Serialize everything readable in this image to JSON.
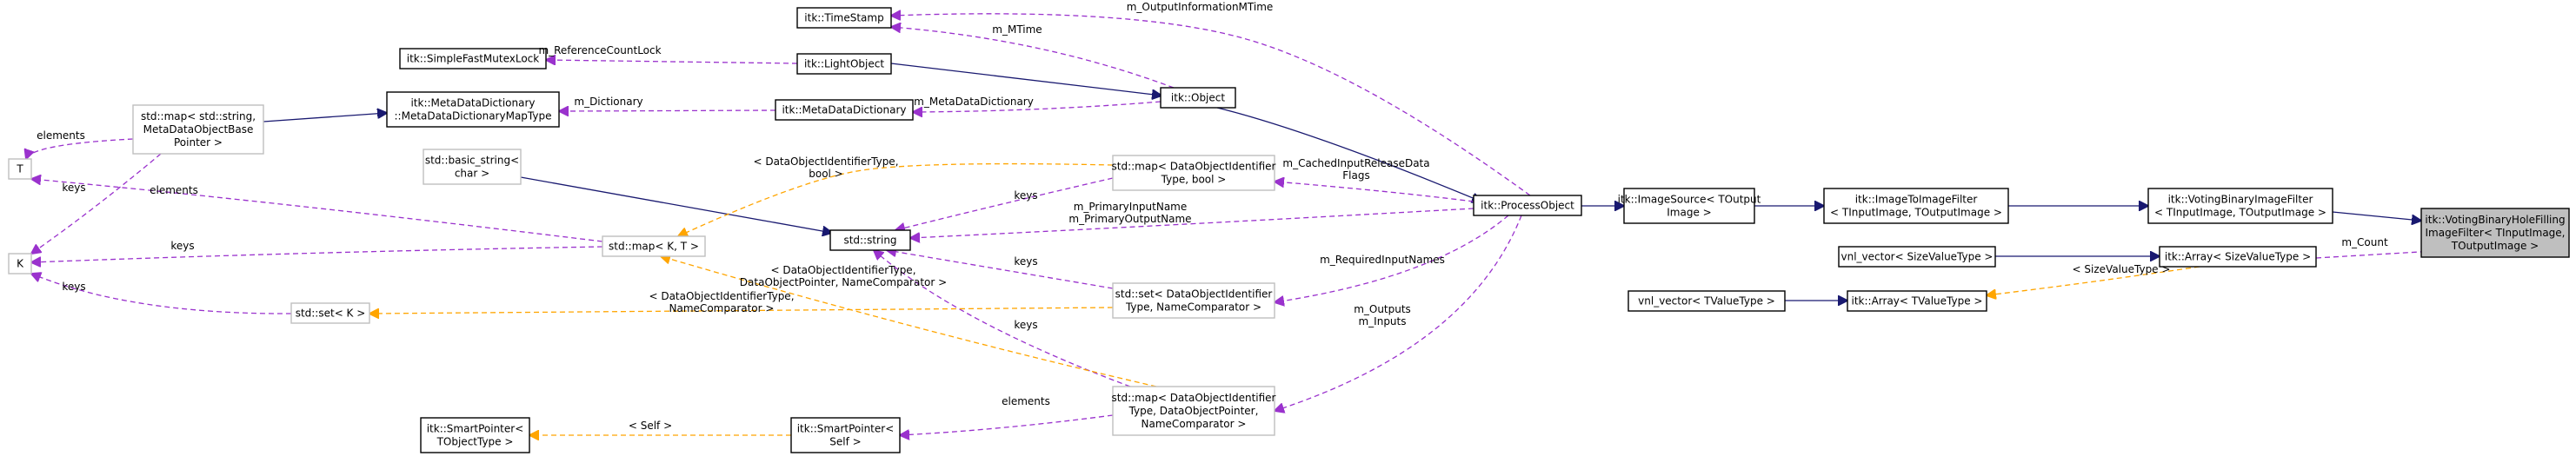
{
  "colors": {
    "inheritance": "#191970",
    "usage": "#9A32CD",
    "template": "#FFA500",
    "node_border": "#000000",
    "template_border": "#BFBFBF",
    "highlight_fill": "#BFBFBF"
  },
  "nodes": [
    {
      "id": "timestamp",
      "kind": "class",
      "lines": [
        "itk::TimeStamp"
      ]
    },
    {
      "id": "mutexlock",
      "kind": "class",
      "lines": [
        "itk::SimpleFastMutexLock"
      ]
    },
    {
      "id": "lightobject",
      "kind": "class",
      "lines": [
        "itk::LightObject"
      ]
    },
    {
      "id": "object",
      "kind": "class",
      "lines": [
        "itk::Object"
      ]
    },
    {
      "id": "mdd",
      "kind": "class",
      "lines": [
        "itk::MetaDataDictionary"
      ]
    },
    {
      "id": "mddmap",
      "kind": "class",
      "lines": [
        "itk::MetaDataDictionary",
        "::MetaDataDictionaryMapType"
      ]
    },
    {
      "id": "stdmap_meta",
      "kind": "template",
      "lines": [
        "std::map< std::string,",
        "MetaDataObjectBase",
        "Pointer >"
      ]
    },
    {
      "id": "T",
      "kind": "template",
      "lines": [
        "T"
      ]
    },
    {
      "id": "K",
      "kind": "template",
      "lines": [
        "K"
      ]
    },
    {
      "id": "basic_string",
      "kind": "template",
      "lines": [
        "std::basic_string<",
        "char >"
      ]
    },
    {
      "id": "stdmapKT",
      "kind": "template",
      "lines": [
        "std::map< K, T >"
      ]
    },
    {
      "id": "stdstring",
      "kind": "class",
      "lines": [
        "std::string"
      ]
    },
    {
      "id": "stdsetK",
      "kind": "template",
      "lines": [
        "std::set< K >"
      ]
    },
    {
      "id": "map_bool",
      "kind": "template",
      "lines": [
        "std::map< DataObjectIdentifier",
        "Type, bool >"
      ]
    },
    {
      "id": "set_name",
      "kind": "template",
      "lines": [
        "std::set< DataObjectIdentifier",
        "Type, NameComparator >"
      ]
    },
    {
      "id": "map_ptr",
      "kind": "template",
      "lines": [
        "std::map< DataObjectIdentifier",
        "Type, DataObjectPointer,",
        "NameComparator >"
      ]
    },
    {
      "id": "smartptr_t",
      "kind": "class",
      "lines": [
        "itk::SmartPointer<",
        "TObjectType >"
      ]
    },
    {
      "id": "smartptr_self",
      "kind": "class",
      "lines": [
        "itk::SmartPointer<",
        "Self >"
      ]
    },
    {
      "id": "processobject",
      "kind": "class",
      "lines": [
        "itk::ProcessObject"
      ]
    },
    {
      "id": "imagesource",
      "kind": "class",
      "lines": [
        "itk::ImageSource< TOutput",
        "Image >"
      ]
    },
    {
      "id": "i2i",
      "kind": "class",
      "lines": [
        "itk::ImageToImageFilter",
        "< TInputImage, TOutputImage >"
      ]
    },
    {
      "id": "votingbin",
      "kind": "class",
      "lines": [
        "itk::VotingBinaryImageFilter",
        "< TInputImage, TOutputImage >"
      ]
    },
    {
      "id": "main",
      "kind": "highlight",
      "lines": [
        "itk::VotingBinaryHoleFilling",
        "ImageFilter< TInputImage,",
        "TOutputImage >"
      ]
    },
    {
      "id": "array_svt",
      "kind": "class",
      "lines": [
        "itk::Array< SizeValueType >"
      ]
    },
    {
      "id": "vnl_svt",
      "kind": "class",
      "lines": [
        "vnl_vector< SizeValueType >"
      ]
    },
    {
      "id": "array_tvt",
      "kind": "class",
      "lines": [
        "itk::Array< TValueType >"
      ]
    },
    {
      "id": "vnl_tvt",
      "kind": "class",
      "lines": [
        "vnl_vector< TValueType >"
      ]
    }
  ],
  "edges": [
    {
      "id": "e1",
      "from": "lightobject",
      "to": "object",
      "style": "inheritance",
      "label": []
    },
    {
      "id": "e2",
      "from": "object",
      "to": "processobject",
      "style": "inheritance",
      "label": []
    },
    {
      "id": "e3",
      "from": "processobject",
      "to": "imagesource",
      "style": "inheritance",
      "label": []
    },
    {
      "id": "e4",
      "from": "imagesource",
      "to": "i2i",
      "style": "inheritance",
      "label": []
    },
    {
      "id": "e5",
      "from": "i2i",
      "to": "votingbin",
      "style": "inheritance",
      "label": []
    },
    {
      "id": "e6",
      "from": "votingbin",
      "to": "main",
      "style": "inheritance",
      "label": []
    },
    {
      "id": "e7",
      "from": "basic_string",
      "to": "stdstring",
      "style": "inheritance",
      "label": []
    },
    {
      "id": "e8",
      "from": "stdmap_meta",
      "to": "mddmap",
      "style": "inheritance",
      "label": []
    },
    {
      "id": "e9",
      "from": "vnl_svt",
      "to": "array_svt",
      "style": "inheritance",
      "label": []
    },
    {
      "id": "e10",
      "from": "vnl_tvt",
      "to": "array_tvt",
      "style": "inheritance",
      "label": []
    },
    {
      "id": "e11",
      "from": "object",
      "to": "timestamp",
      "style": "usage",
      "label": [
        "m_MTime"
      ]
    },
    {
      "id": "e12",
      "from": "processobject",
      "to": "timestamp",
      "style": "usage",
      "label": [
        "m_OutputInformationMTime"
      ]
    },
    {
      "id": "e13",
      "from": "lightobject",
      "to": "mutexlock",
      "style": "usage",
      "label": [
        "m_ReferenceCountLock"
      ]
    },
    {
      "id": "e14",
      "from": "mdd",
      "to": "mddmap",
      "style": "usage",
      "label": [
        "m_Dictionary"
      ]
    },
    {
      "id": "e15",
      "from": "object",
      "to": "mdd",
      "style": "usage",
      "label": [
        "m_MetaDataDictionary"
      ]
    },
    {
      "id": "e16",
      "from": "stdmap_meta",
      "to": "T",
      "style": "usage",
      "label": [
        "elements"
      ]
    },
    {
      "id": "e17",
      "from": "stdmap_meta",
      "to": "K",
      "style": "usage",
      "label": [
        "keys"
      ]
    },
    {
      "id": "e18",
      "from": "stdmapKT",
      "to": "T",
      "style": "usage",
      "label": [
        "elements"
      ]
    },
    {
      "id": "e19",
      "from": "stdmapKT",
      "to": "K",
      "style": "usage",
      "label": [
        "keys"
      ]
    },
    {
      "id": "e20",
      "from": "stdsetK",
      "to": "K",
      "style": "usage",
      "label": [
        "keys"
      ]
    },
    {
      "id": "e21",
      "from": "map_bool",
      "to": "stdstring",
      "style": "usage",
      "label": [
        "keys"
      ]
    },
    {
      "id": "e22",
      "from": "processobject",
      "to": "stdstring",
      "style": "usage",
      "label": [
        "m_PrimaryInputName",
        "m_PrimaryOutputName"
      ]
    },
    {
      "id": "e23",
      "from": "set_name",
      "to": "stdstring",
      "style": "usage",
      "label": [
        "keys"
      ]
    },
    {
      "id": "e24",
      "from": "map_ptr",
      "to": "stdstring",
      "style": "usage",
      "label": [
        "keys"
      ]
    },
    {
      "id": "e25",
      "from": "processobject",
      "to": "map_bool",
      "style": "usage",
      "label": [
        "m_CachedInputReleaseData",
        "Flags"
      ]
    },
    {
      "id": "e26",
      "from": "processobject",
      "to": "set_name",
      "style": "usage",
      "label": [
        "m_RequiredInputNames"
      ]
    },
    {
      "id": "e27",
      "from": "processobject",
      "to": "map_ptr",
      "style": "usage",
      "label": [
        "m_Outputs",
        "m_Inputs"
      ]
    },
    {
      "id": "e28",
      "from": "map_ptr",
      "to": "smartptr_self",
      "style": "usage",
      "label": [
        "elements"
      ]
    },
    {
      "id": "e29",
      "from": "array_svt",
      "to": "main",
      "style": "usage",
      "label": [
        "m_Count"
      ]
    },
    {
      "id": "e30",
      "from": "stdmapKT",
      "to": "map_bool",
      "style": "template",
      "label": [
        "< DataObjectIdentifierType,",
        "bool >"
      ]
    },
    {
      "id": "e31",
      "from": "stdmapKT",
      "to": "map_ptr",
      "style": "template",
      "label": [
        "< DataObjectIdentifierType,",
        "DataObjectPointer, NameComparator >"
      ]
    },
    {
      "id": "e32",
      "from": "stdsetK",
      "to": "set_name",
      "style": "template",
      "label": [
        "< DataObjectIdentifierType,",
        "NameComparator >"
      ]
    },
    {
      "id": "e33",
      "from": "smartptr_t",
      "to": "smartptr_self",
      "style": "template",
      "label": [
        "< Self >"
      ]
    },
    {
      "id": "e34",
      "from": "array_tvt",
      "to": "array_svt",
      "style": "template",
      "label": [
        "< SizeValueType >"
      ]
    }
  ]
}
